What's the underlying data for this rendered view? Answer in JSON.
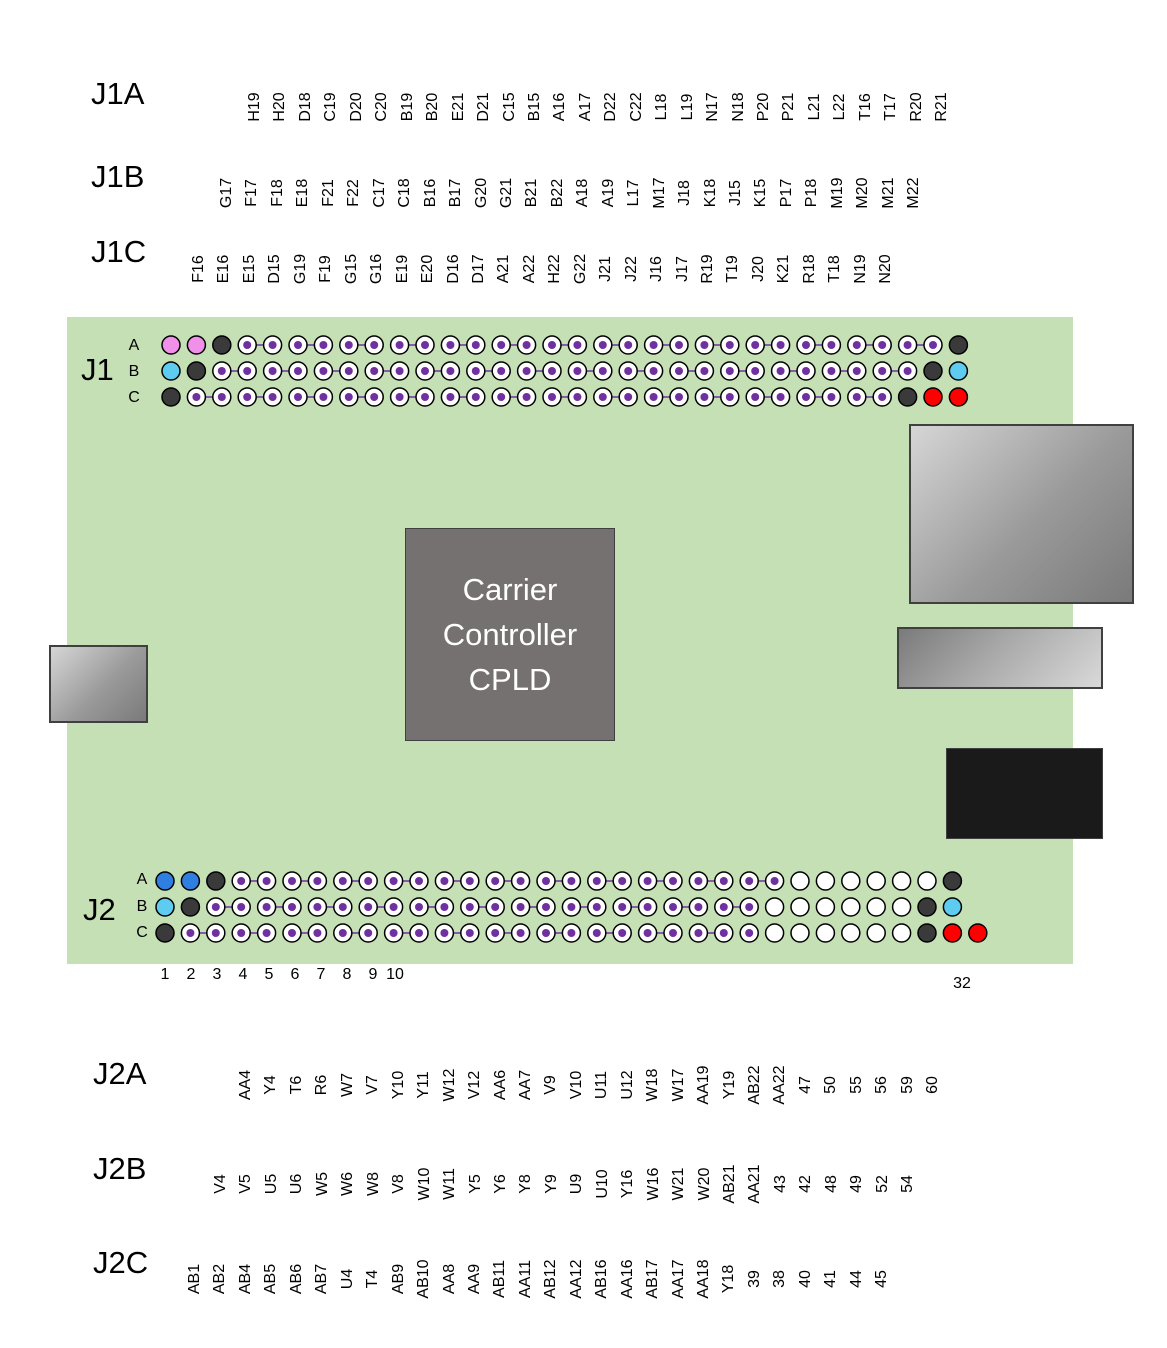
{
  "headers": {
    "J1A": "J1A",
    "J1B": "J1B",
    "J1C": "J1C",
    "J2A": "J2A",
    "J2B": "J2B",
    "J2C": "J2C"
  },
  "pin_names": {
    "J1A": [
      "H19",
      "H20",
      "D18",
      "C19",
      "D20",
      "C20",
      "B19",
      "B20",
      "E21",
      "D21",
      "C15",
      "B15",
      "A16",
      "A17",
      "D22",
      "C22",
      "L18",
      "L19",
      "N17",
      "N18",
      "P20",
      "P21",
      "L21",
      "L22",
      "T16",
      "T17",
      "R20",
      "R21"
    ],
    "J1B": [
      "G17",
      "F17",
      "F18",
      "E18",
      "F21",
      "F22",
      "C17",
      "C18",
      "B16",
      "B17",
      "G20",
      "G21",
      "B21",
      "B22",
      "A18",
      "A19",
      "L17",
      "M17",
      "J18",
      "K18",
      "J15",
      "K15",
      "P17",
      "P18",
      "M19",
      "M20",
      "M21",
      "M22"
    ],
    "J1C": [
      "F16",
      "E16",
      "E15",
      "D15",
      "G19",
      "F19",
      "G15",
      "G16",
      "E19",
      "E20",
      "D16",
      "D17",
      "A21",
      "A22",
      "H22",
      "G22",
      "J21",
      "J22",
      "J16",
      "J17",
      "R19",
      "T19",
      "J20",
      "K21",
      "R18",
      "T18",
      "N19",
      "N20"
    ],
    "J2A": [
      "AA4",
      "Y4",
      "T6",
      "R6",
      "W7",
      "V7",
      "Y10",
      "Y11",
      "W12",
      "V12",
      "AA6",
      "AA7",
      "V9",
      "V10",
      "U11",
      "U12",
      "W18",
      "W17",
      "AA19",
      "Y19",
      "AB22",
      "AA22",
      "47",
      "50",
      "55",
      "56",
      "59",
      "60"
    ],
    "J2B": [
      "V4",
      "V5",
      "U5",
      "U6",
      "W5",
      "W6",
      "W8",
      "V8",
      "W10",
      "W11",
      "Y5",
      "Y6",
      "Y8",
      "Y9",
      "U9",
      "U10",
      "Y16",
      "W16",
      "W21",
      "W20",
      "AB21",
      "AA21",
      "43",
      "42",
      "48",
      "49",
      "52",
      "54"
    ],
    "J2C": [
      "AB1",
      "AB2",
      "AB4",
      "AB5",
      "AB6",
      "AB7",
      "U4",
      "T4",
      "AB9",
      "AB10",
      "AA8",
      "AA9",
      "AB11",
      "AA11",
      "AB12",
      "AA12",
      "AB16",
      "AA16",
      "AB17",
      "AA17",
      "AA18",
      "Y18",
      "39",
      "38",
      "40",
      "41",
      "44",
      "45"
    ]
  },
  "board": {
    "cpld_lines": [
      "Carrier",
      "Controller",
      "CPLD"
    ],
    "connectors": {
      "J1": "J1",
      "J2": "J2"
    },
    "row_letters": [
      "A",
      "B",
      "C"
    ],
    "pin_numbers": [
      "1",
      "2",
      "3",
      "4",
      "5",
      "6",
      "7",
      "8",
      "9",
      "10",
      "32"
    ]
  },
  "colors": {
    "board": "#c5e0b4",
    "cpld": "#767171",
    "pink": "#f090e8",
    "cyan": "#5ecbf0",
    "blue": "#2e7fe0",
    "gnd": "#3a3a3a",
    "red": "#ff0000",
    "purple": "#7030a0",
    "white": "#ffffff"
  },
  "pin_colors": {
    "J1": {
      "A": [
        "pink",
        "pink",
        "gnd",
        "io",
        "io",
        "io",
        "io",
        "io",
        "io",
        "io",
        "io",
        "io",
        "io",
        "io",
        "io",
        "io",
        "io",
        "io",
        "io",
        "io",
        "io",
        "io",
        "io",
        "io",
        "io",
        "io",
        "io",
        "io",
        "io",
        "io",
        "io",
        "gnd"
      ],
      "B": [
        "cyan",
        "gnd",
        "io",
        "io",
        "io",
        "io",
        "io",
        "io",
        "io",
        "io",
        "io",
        "io",
        "io",
        "io",
        "io",
        "io",
        "io",
        "io",
        "io",
        "io",
        "io",
        "io",
        "io",
        "io",
        "io",
        "io",
        "io",
        "io",
        "io",
        "io",
        "gnd",
        "cyan"
      ],
      "C": [
        "gnd",
        "io",
        "io",
        "io",
        "io",
        "io",
        "io",
        "io",
        "io",
        "io",
        "io",
        "io",
        "io",
        "io",
        "io",
        "io",
        "io",
        "io",
        "io",
        "io",
        "io",
        "io",
        "io",
        "io",
        "io",
        "io",
        "io",
        "io",
        "io",
        "gnd",
        "red",
        "red"
      ]
    },
    "J2": {
      "A": [
        "blue",
        "blue",
        "gnd",
        "io",
        "io",
        "io",
        "io",
        "io",
        "io",
        "io",
        "io",
        "io",
        "io",
        "io",
        "io",
        "io",
        "io",
        "io",
        "io",
        "io",
        "io",
        "io",
        "io",
        "io",
        "io",
        "white",
        "white",
        "white",
        "white",
        "white",
        "white",
        "gnd"
      ],
      "B": [
        "cyan",
        "gnd",
        "io",
        "io",
        "io",
        "io",
        "io",
        "io",
        "io",
        "io",
        "io",
        "io",
        "io",
        "io",
        "io",
        "io",
        "io",
        "io",
        "io",
        "io",
        "io",
        "io",
        "io",
        "io",
        "white",
        "white",
        "white",
        "white",
        "white",
        "white",
        "gnd",
        "cyan"
      ],
      "C": [
        "gnd",
        "io",
        "io",
        "io",
        "io",
        "io",
        "io",
        "io",
        "io",
        "io",
        "io",
        "io",
        "io",
        "io",
        "io",
        "io",
        "io",
        "io",
        "io",
        "io",
        "io",
        "io",
        "io",
        "io",
        "white",
        "white",
        "white",
        "white",
        "white",
        "white",
        "gnd",
        "red",
        "red"
      ]
    }
  }
}
